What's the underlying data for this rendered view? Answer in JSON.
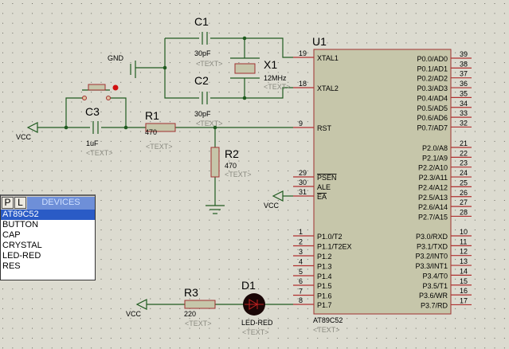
{
  "colors": {
    "background": "#dcdbd0",
    "wire": "#1f5a1f",
    "pin": "#b03030",
    "part_fill": "#c6c6aa",
    "selection": "#2a5bc6",
    "panel_header": "#6e8fd8"
  },
  "devices_panel": {
    "p_button": "P",
    "l_button": "L",
    "title": "DEVICES",
    "items": [
      "AT89C52",
      "BUTTON",
      "CAP",
      "CRYSTAL",
      "LED-RED",
      "RES"
    ],
    "selected": "AT89C52"
  },
  "schematic": {
    "u1": {
      "ref": "U1",
      "part": "AT89C52",
      "text": "<TEXT>",
      "left_pins": [
        {
          "num": "19",
          "name": "XTAL1"
        },
        {
          "num": "18",
          "name": "XTAL2"
        },
        {
          "num": "9",
          "name": "RST"
        },
        {
          "num": "29",
          "name": "PSEN",
          "overbar": true
        },
        {
          "num": "30",
          "name": "ALE"
        },
        {
          "num": "31",
          "name": "EA",
          "overbar": true
        },
        {
          "num": "1",
          "name": "P1.0/T2"
        },
        {
          "num": "2",
          "name": "P1.1/T2EX"
        },
        {
          "num": "3",
          "name": "P1.2"
        },
        {
          "num": "4",
          "name": "P1.3"
        },
        {
          "num": "5",
          "name": "P1.4"
        },
        {
          "num": "6",
          "name": "P1.5"
        },
        {
          "num": "7",
          "name": "P1.6"
        },
        {
          "num": "8",
          "name": "P1.7"
        }
      ],
      "right_pins": [
        {
          "num": "39",
          "name": "P0.0/AD0"
        },
        {
          "num": "38",
          "name": "P0.1/AD1"
        },
        {
          "num": "37",
          "name": "P0.2/AD2"
        },
        {
          "num": "36",
          "name": "P0.3/AD3"
        },
        {
          "num": "35",
          "name": "P0.4/AD4"
        },
        {
          "num": "34",
          "name": "P0.5/AD5"
        },
        {
          "num": "33",
          "name": "P0.6/AD6"
        },
        {
          "num": "32",
          "name": "P0.7/AD7"
        },
        {
          "num": "21",
          "name": "P2.0/A8"
        },
        {
          "num": "22",
          "name": "P2.1/A9"
        },
        {
          "num": "23",
          "name": "P2.2/A10"
        },
        {
          "num": "24",
          "name": "P2.3/A11"
        },
        {
          "num": "25",
          "name": "P2.4/A12"
        },
        {
          "num": "26",
          "name": "P2.5/A13"
        },
        {
          "num": "27",
          "name": "P2.6/A14"
        },
        {
          "num": "28",
          "name": "P2.7/A15"
        },
        {
          "num": "10",
          "name": "P3.0/RXD"
        },
        {
          "num": "11",
          "name": "P3.1/TXD"
        },
        {
          "num": "12",
          "name": "P3.2/INT0"
        },
        {
          "num": "13",
          "name": "P3.3/INT1"
        },
        {
          "num": "14",
          "name": "P3.4/T0"
        },
        {
          "num": "15",
          "name": "P3.5/T1"
        },
        {
          "num": "16",
          "name": "P3.6/WR"
        },
        {
          "num": "17",
          "name": "P3.7/RD"
        }
      ]
    },
    "c1": {
      "ref": "C1",
      "value": "30pF",
      "text": "<TEXT>"
    },
    "c2": {
      "ref": "C2",
      "value": "30pF",
      "text": "<TEXT>"
    },
    "c3": {
      "ref": "C3",
      "value": "1uF",
      "text": "<TEXT>"
    },
    "x1": {
      "ref": "X1",
      "value": "12MHz",
      "text": "<TEXT>"
    },
    "r1": {
      "ref": "R1",
      "value": "470",
      "text": "<TEXT>"
    },
    "r2": {
      "ref": "R2",
      "value": "470",
      "text": "<TEXT>"
    },
    "r3": {
      "ref": "R3",
      "value": "220",
      "text": "<TEXT>"
    },
    "d1": {
      "ref": "D1",
      "value": "LED-RED",
      "text": "<TEXT>"
    },
    "gnd_label": "GND",
    "vcc_label": "VCC"
  }
}
